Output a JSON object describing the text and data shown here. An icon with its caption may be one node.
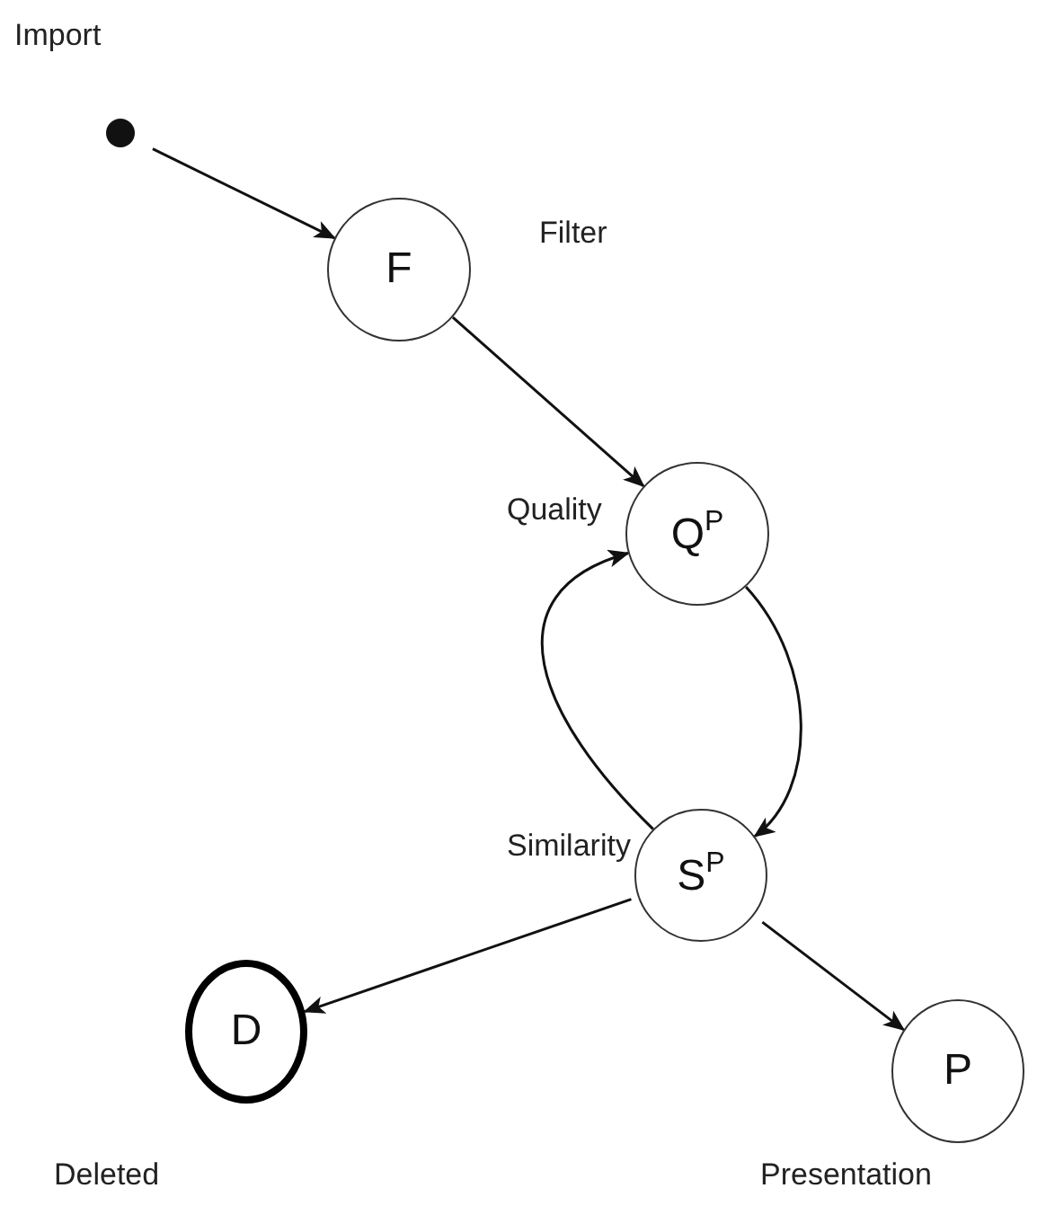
{
  "diagram": {
    "nodes": [
      {
        "text": [],
        "shape": "circle",
        "beside": [
          "Import"
        ]
      },
      {
        "text": [
          "F"
        ],
        "beside": [
          "Filter"
        ]
      },
      {
        "text": [
          "Q$^{P}$"
        ],
        "beside": [
          "Quality"
        ]
      },
      {
        "text": [
          "S$^{P}$"
        ],
        "beside": [
          "Similarity"
        ]
      },
      {
        "text": [
          "D"
        ],
        "beside": [
          "Deleted"
        ]
      },
      {
        "text": [
          "P"
        ],
        "beside": [
          "Presentation"
        ]
      }
    ],
    "edges": [
      {
        "from": 0,
        "to": 1,
        "arrow": "to"
      },
      {
        "from": 1,
        "to": 2,
        "arrow": "to"
      },
      {
        "from": 2,
        "to": 3,
        "arrow": "to"
      },
      {
        "from": 3,
        "to": 2,
        "arrow": "to"
      },
      {
        "from": 3,
        "to": 4,
        "arrow": "to"
      },
      {
        "from": 3,
        "to": 5,
        "arrow": "to"
      }
    ]
  }
}
